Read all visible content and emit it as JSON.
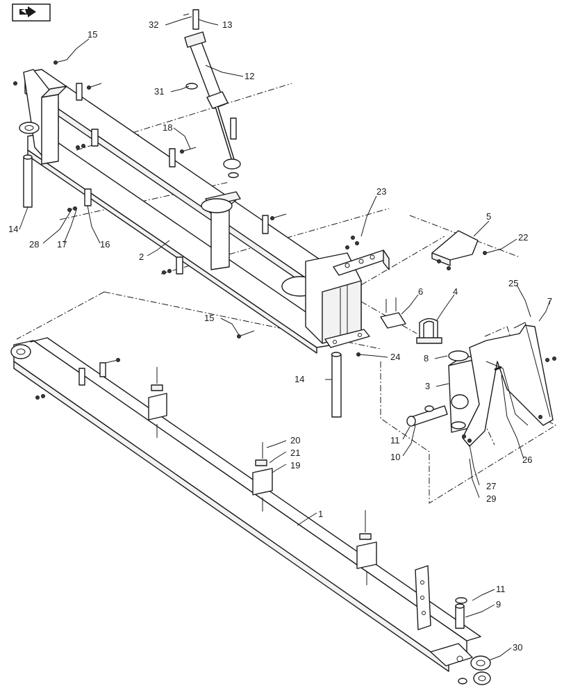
{
  "nav": {
    "icon": "next-page-arrow-icon"
  },
  "colors": {
    "line": "#1a1a1a",
    "background": "#ffffff",
    "shade": "#3a3a3a"
  },
  "callouts": [
    {
      "id": "c32",
      "label": "32"
    },
    {
      "id": "c13",
      "label": "13"
    },
    {
      "id": "c15a",
      "label": "15"
    },
    {
      "id": "c12",
      "label": "12"
    },
    {
      "id": "c31",
      "label": "31"
    },
    {
      "id": "c18",
      "label": "18"
    },
    {
      "id": "c23",
      "label": "23"
    },
    {
      "id": "c5",
      "label": "5"
    },
    {
      "id": "c22",
      "label": "22"
    },
    {
      "id": "c14a",
      "label": "14"
    },
    {
      "id": "c28",
      "label": "28"
    },
    {
      "id": "c17",
      "label": "17"
    },
    {
      "id": "c16",
      "label": "16"
    },
    {
      "id": "c2",
      "label": "2"
    },
    {
      "id": "c25",
      "label": "25"
    },
    {
      "id": "c7",
      "label": "7"
    },
    {
      "id": "c4",
      "label": "4"
    },
    {
      "id": "c6",
      "label": "6"
    },
    {
      "id": "c15b",
      "label": "15"
    },
    {
      "id": "c24",
      "label": "24"
    },
    {
      "id": "c14b",
      "label": "14"
    },
    {
      "id": "c8",
      "label": "8"
    },
    {
      "id": "c3",
      "label": "3"
    },
    {
      "id": "c11a",
      "label": "11"
    },
    {
      "id": "c10",
      "label": "10"
    },
    {
      "id": "c26",
      "label": "26"
    },
    {
      "id": "c20",
      "label": "20"
    },
    {
      "id": "c21",
      "label": "21"
    },
    {
      "id": "c19",
      "label": "19"
    },
    {
      "id": "c27",
      "label": "27"
    },
    {
      "id": "c29",
      "label": "29"
    },
    {
      "id": "c1",
      "label": "1"
    },
    {
      "id": "c11b",
      "label": "11"
    },
    {
      "id": "c9",
      "label": "9"
    },
    {
      "id": "c30",
      "label": "30"
    }
  ]
}
